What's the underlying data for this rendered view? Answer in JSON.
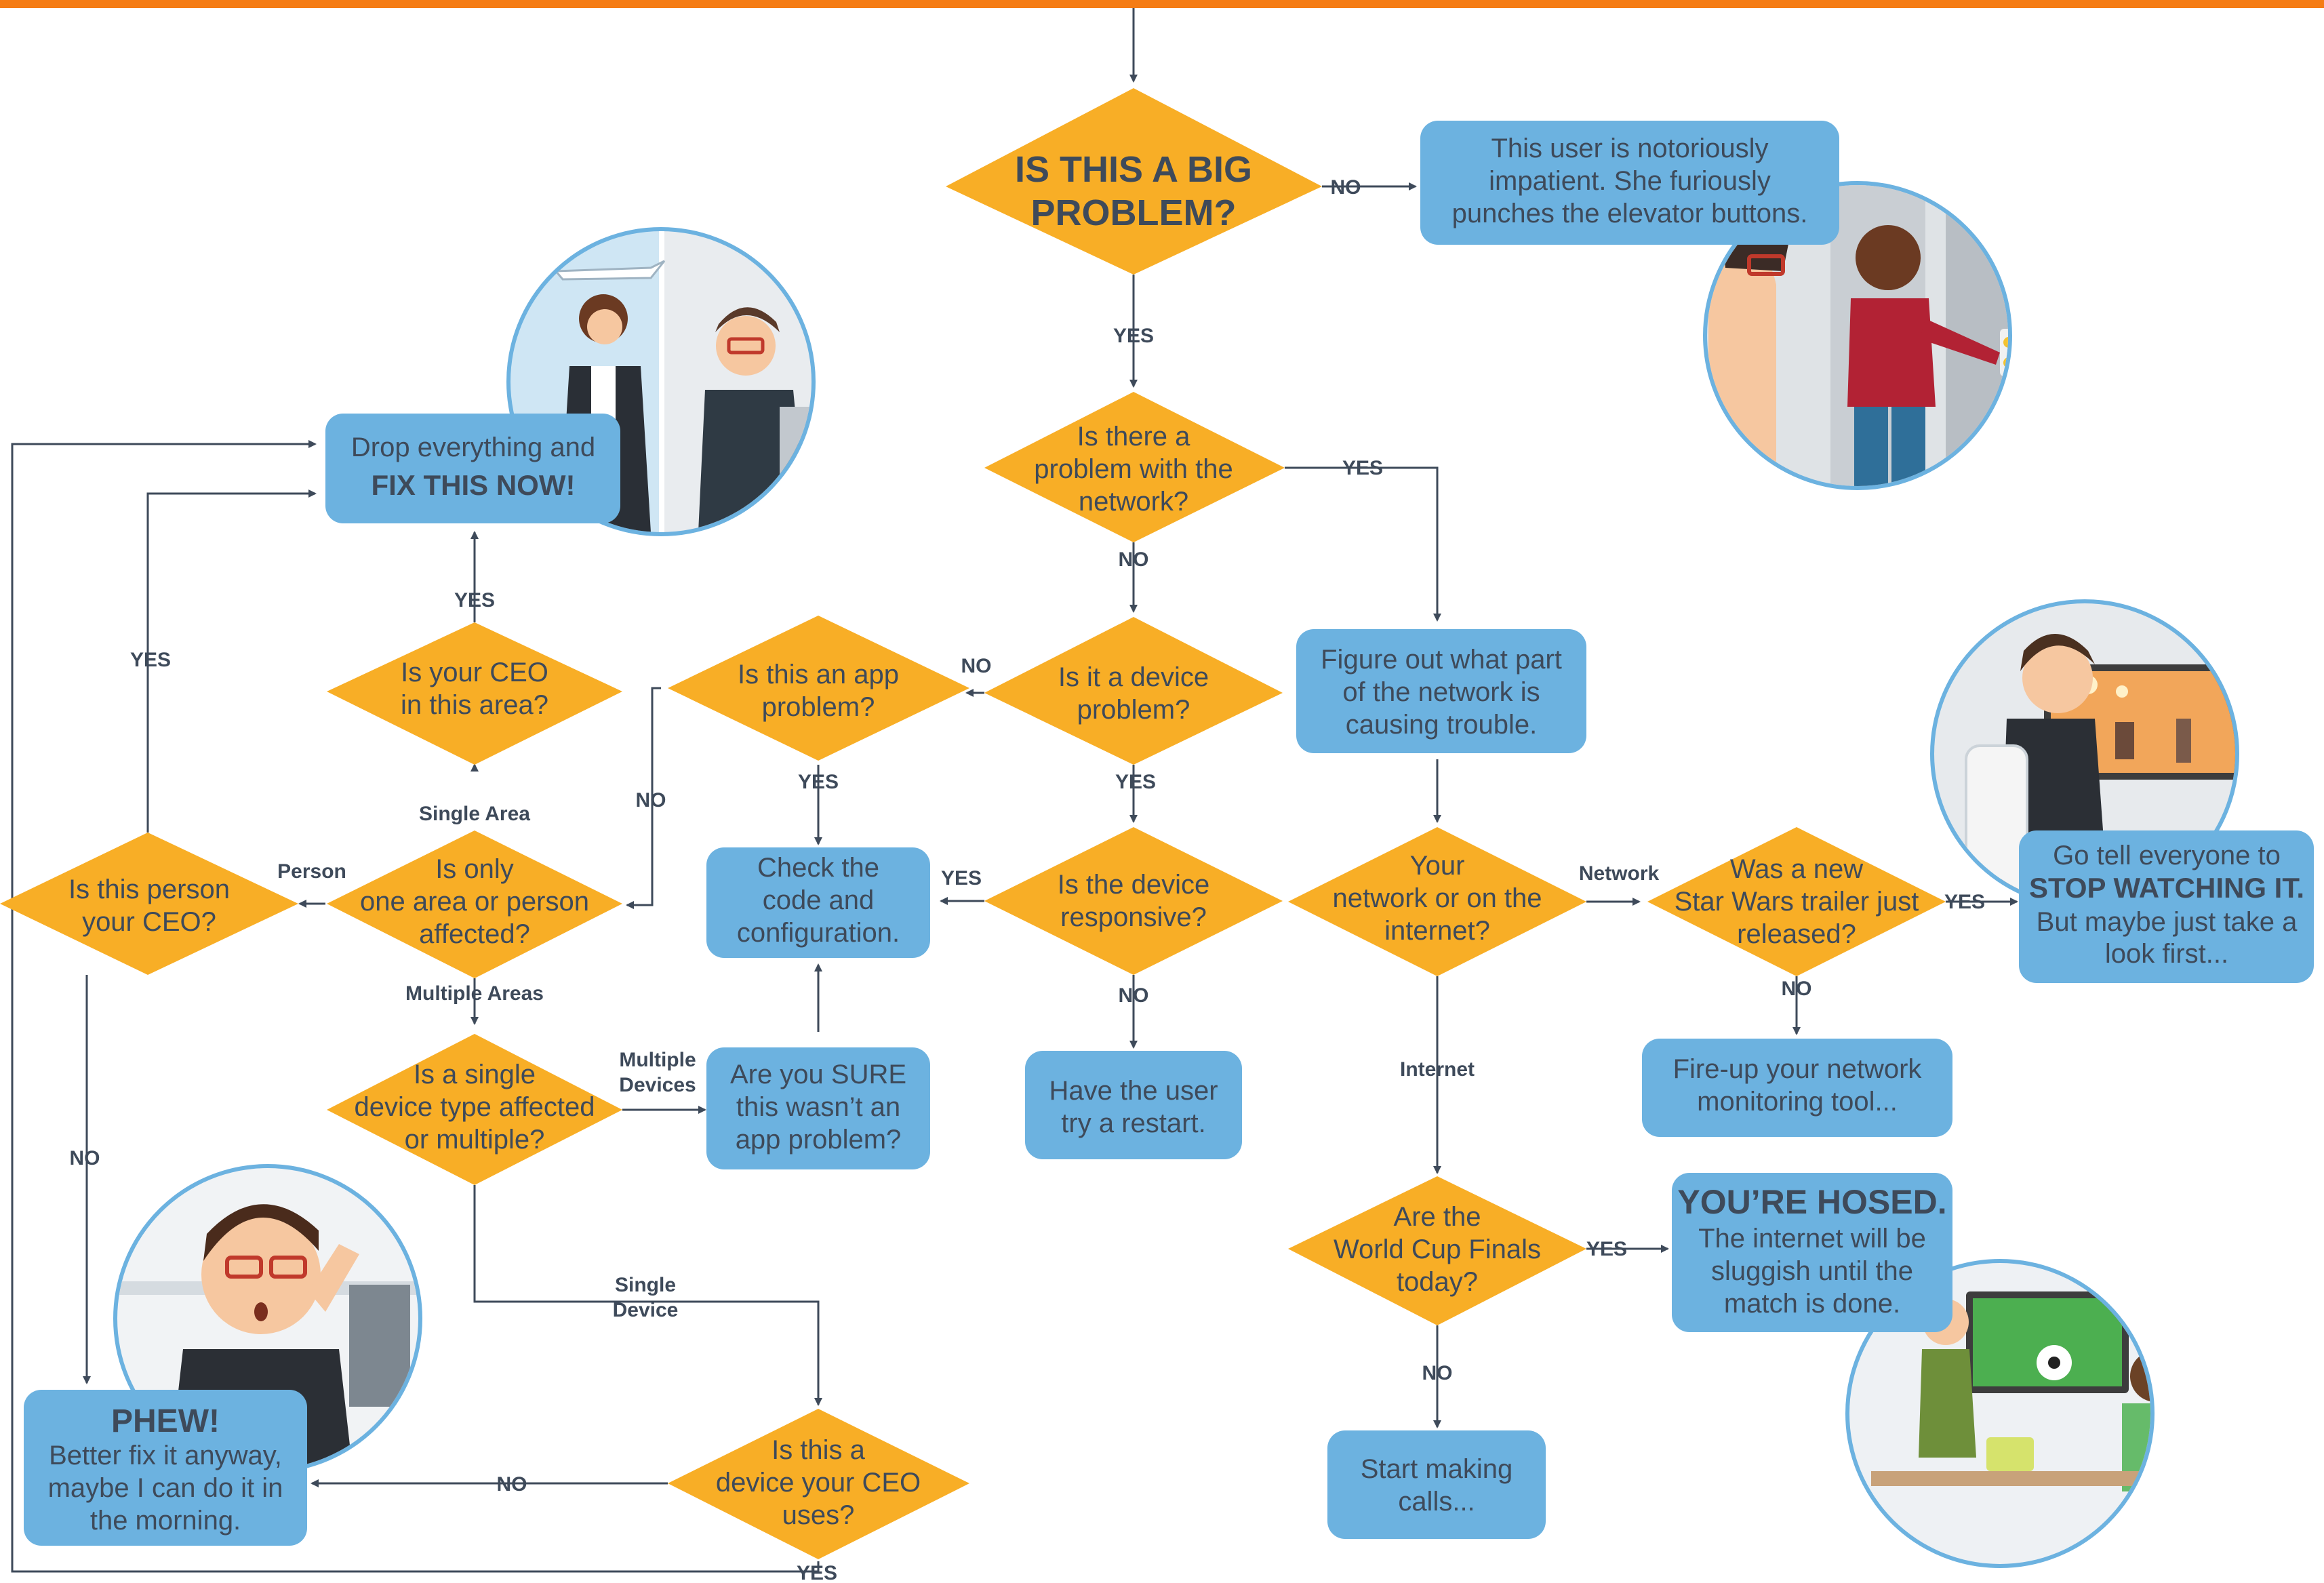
{
  "colors": {
    "top_bar": "#f57c14",
    "question_fill": "#f8ae26",
    "answer_fill": "#6cb2e0",
    "line_and_text": "#3e4a5a"
  },
  "questions": {
    "big_problem": [
      "IS THIS A BIG",
      "PROBLEM?"
    ],
    "network_problem": [
      "Is there a",
      "problem with the",
      "network?"
    ],
    "device_problem": [
      "Is it a device",
      "problem?"
    ],
    "app_problem": [
      "Is this an app",
      "problem?"
    ],
    "device_responsive": [
      "Is the device",
      "responsive?"
    ],
    "ceo_area": [
      "Is your CEO",
      "in this area?"
    ],
    "one_area_or_person": [
      "Is only",
      "one area or person",
      "affected?"
    ],
    "person_is_ceo": [
      "Is this person",
      "your CEO?"
    ],
    "device_type": [
      "Is a single",
      "device type affected",
      "or multiple?"
    ],
    "ceo_device": [
      "Is this a",
      "device your CEO",
      "uses?"
    ],
    "network_or_internet": [
      "Your",
      "network or on the",
      "internet?"
    ],
    "star_wars": [
      "Was a new",
      "Star Wars trailer just",
      "released?"
    ],
    "world_cup": [
      "Are the",
      "World Cup Finals",
      "today?"
    ]
  },
  "answers": {
    "impatient_user": [
      "This user is notoriously",
      "impatient. She furiously",
      "punches the elevator buttons."
    ],
    "fix_now": {
      "line1": "Drop everything and",
      "line2": "FIX THIS NOW!"
    },
    "check_code": [
      "Check the",
      "code and",
      "configuration."
    ],
    "sure_not_app": [
      "Are you SURE",
      "this wasn’t an",
      "app problem?"
    ],
    "restart": [
      "Have the user",
      "try a restart."
    ],
    "network_part": [
      "Figure out what part",
      "of the network is",
      "causing trouble."
    ],
    "stop_watching": {
      "line1": "Go tell everyone to",
      "line2": "STOP WATCHING IT.",
      "line3": "But maybe just take a",
      "line4": "look first..."
    },
    "monitoring_tool": [
      "Fire-up your network",
      "monitoring tool..."
    ],
    "hosed": {
      "title": "YOU’RE HOSED.",
      "lines": [
        "The internet will be",
        "sluggish until the",
        "match is done."
      ]
    },
    "start_calls": [
      "Start making",
      "calls..."
    ],
    "phew": {
      "title": "PHEW!",
      "lines": [
        "Better fix it anyway,",
        "maybe I can do it in",
        "the morning."
      ]
    }
  },
  "edge_labels": {
    "yes": "YES",
    "no": "NO",
    "person": "Person",
    "single_area": "Single Area",
    "multiple_areas": "Multiple Areas",
    "multiple_devices": [
      "Multiple",
      "Devices"
    ],
    "single_device": [
      "Single",
      "Device"
    ],
    "network": "Network",
    "internet": "Internet"
  },
  "illustrations": [
    "elevator-scene-illustration",
    "airport-office-illustration",
    "star-wars-viewing-illustration",
    "world-cup-office-illustration",
    "worried-man-illustration"
  ]
}
